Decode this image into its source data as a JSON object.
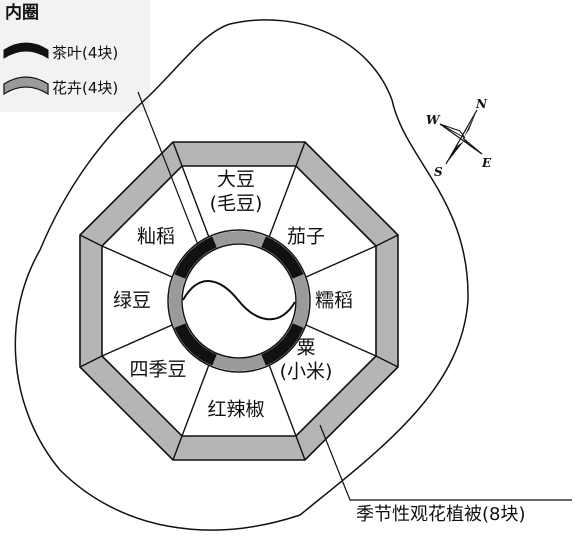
{
  "legend": {
    "title": "内圈",
    "items": [
      {
        "label": "茶叶(4块)",
        "color": "#111111"
      },
      {
        "label": "花卉(4块)",
        "color": "#9a9a9a"
      }
    ]
  },
  "plots": [
    {
      "lines": [
        "大豆",
        "(毛豆)"
      ]
    },
    {
      "lines": [
        "茄子"
      ]
    },
    {
      "lines": [
        "糯稻"
      ]
    },
    {
      "lines": [
        "粟",
        "(小米)"
      ]
    },
    {
      "lines": [
        "红辣椒"
      ]
    },
    {
      "lines": [
        "四季豆"
      ]
    },
    {
      "lines": [
        "绿豆"
      ]
    },
    {
      "lines": [
        "籼稻"
      ]
    }
  ],
  "callout": {
    "label": "季节性观花植被(8块)"
  },
  "compass": {
    "n": "N",
    "e": "E",
    "s": "S",
    "w": "W"
  },
  "colors": {
    "outline": "#111111",
    "gray_band": "#b5b5b5",
    "ring_gray": "#9a9a9a",
    "ring_black": "#111111"
  }
}
